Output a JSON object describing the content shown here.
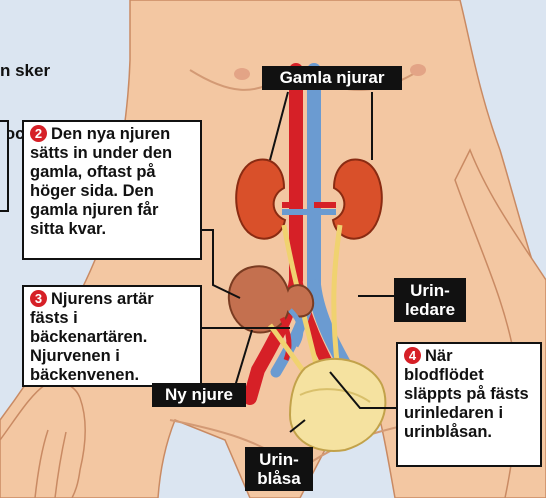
{
  "intro": {
    "line1": "n sker",
    "line2": " och tar i",
    "line3": "."
  },
  "labels": {
    "old_kidneys": "Gamla njurar",
    "ureter_line1": "Urin-",
    "ureter_line2": "ledare",
    "new_kidney": "Ny njure",
    "bladder_line1": "Urin-",
    "bladder_line2": "blåsa"
  },
  "steps": [
    {
      "number": "2",
      "text": "Den nya njuren sätts in under den gamla, oftast på höger sida. Den gamla njuren får sitta kvar."
    },
    {
      "number": "3",
      "text": "Njurens artär fästs i bäckenartären. Njurvenen i bäckenvenen."
    },
    {
      "number": "4",
      "text": "När blodflödet släppts på fästs urinledaren i urinblåsan."
    }
  ],
  "colors": {
    "background": "#dbe5f1",
    "skin": "#f3c7a2",
    "kidney": "#d9502a",
    "artery": "#d62027",
    "vein": "#6b9bd1",
    "ureter": "#f0d270",
    "step_number": "#d62027"
  }
}
